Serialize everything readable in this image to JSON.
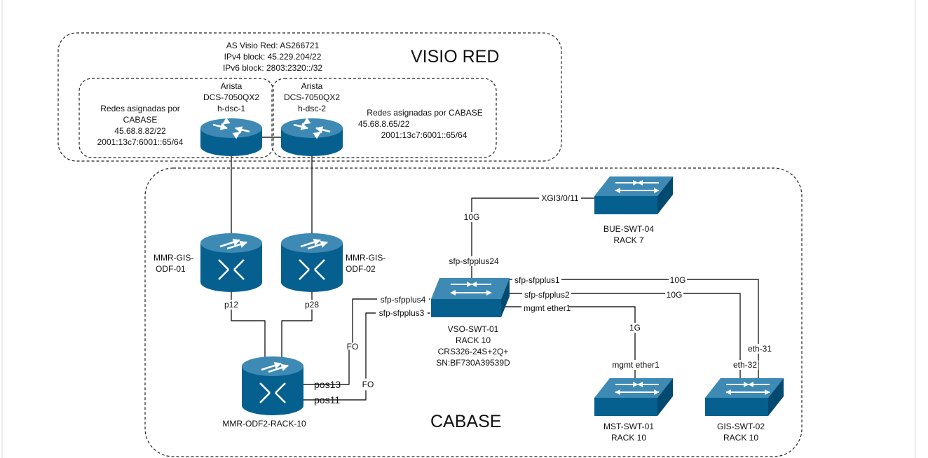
{
  "groups": {
    "visio_red": {
      "title": "VISIO RED"
    },
    "cabase": {
      "title": "CABASE"
    }
  },
  "as_info": {
    "as_line": "AS Visio Red: AS266721",
    "ipv4_line": "IPv4 block: 45.229.204/22",
    "ipv6_line": "IPv6 block: 2803:2320::/32"
  },
  "routers": [
    {
      "id": "h-dsc-1",
      "vendor": "Arista",
      "model": "DCS-7050QX2",
      "hostname": "h-dsc-1",
      "icon": "router-icon"
    },
    {
      "id": "h-dsc-2",
      "vendor": "Arista",
      "model": "DCS-7050QX2",
      "hostname": "h-dsc-2",
      "icon": "router-icon"
    }
  ],
  "assigned_networks": [
    {
      "title": "Redes asignadas por",
      "title2": "CABASE",
      "ipv4": "45.68.8.82/22",
      "ipv6": "2001:13c7:6001::65/64"
    },
    {
      "title": "Redes asignadas por CABASE",
      "ipv4": "45.68.8.65/22",
      "ipv6": "2001:13c7:6001::65/64"
    }
  ],
  "odfs": [
    {
      "id": "odf-01",
      "name_line1": "MMR-GIS-",
      "name_line2": "ODF-01",
      "port": "p12",
      "icon": "odf-crossconnect-icon"
    },
    {
      "id": "odf-02",
      "name_line1": "MMR-GIS-",
      "name_line2": "ODF-02",
      "port": "p28",
      "icon": "odf-crossconnect-icon"
    },
    {
      "id": "odf2-rack-10",
      "name": "MMR-ODF2-RACK-10",
      "ports": [
        "pos13",
        "pos11"
      ],
      "icon": "odf-crossconnect-icon"
    }
  ],
  "switches": {
    "vso": {
      "name": "VSO-SWT-01",
      "rack": "RACK 10",
      "model": "CRS326-24S+2Q+",
      "serial": "SN:BF730A39539D",
      "icon": "switch-icon"
    },
    "bue": {
      "name": "BUE-SWT-04",
      "rack": "RACK 7",
      "icon": "switch-icon"
    },
    "mst": {
      "name": "MST-SWT-01",
      "rack": "RACK 10",
      "icon": "switch-icon"
    },
    "gis": {
      "name": "GIS-SWT-02",
      "rack": "RACK 10",
      "icon": "switch-icon"
    }
  },
  "links": {
    "vso_bue": {
      "local_port": "sfp-sfpplus24",
      "speed": "10G",
      "remote_port": "XGI3/0/11"
    },
    "vso_gis_1": {
      "local_port": "sfp-sfpplus1",
      "speed": "10G",
      "remote_port": "eth-31"
    },
    "vso_gis_2": {
      "local_port": "sfp-sfpplus2",
      "speed": "10G",
      "remote_port": "eth-32"
    },
    "vso_mst": {
      "local_port": "mgmt ether1",
      "speed": "1G",
      "remote_port": "mgmt ether1"
    },
    "vso_odf_a": {
      "local_port": "sfp-sfpplus4",
      "media": "FO"
    },
    "vso_odf_b": {
      "local_port": "sfp-sfpplus3",
      "media": "FO"
    }
  },
  "colors": {
    "device_fill": "#05608f",
    "device_top": "#3e8ab4",
    "device_glyph": "#ffffff",
    "line": "#222222",
    "background": "#ffffff"
  }
}
